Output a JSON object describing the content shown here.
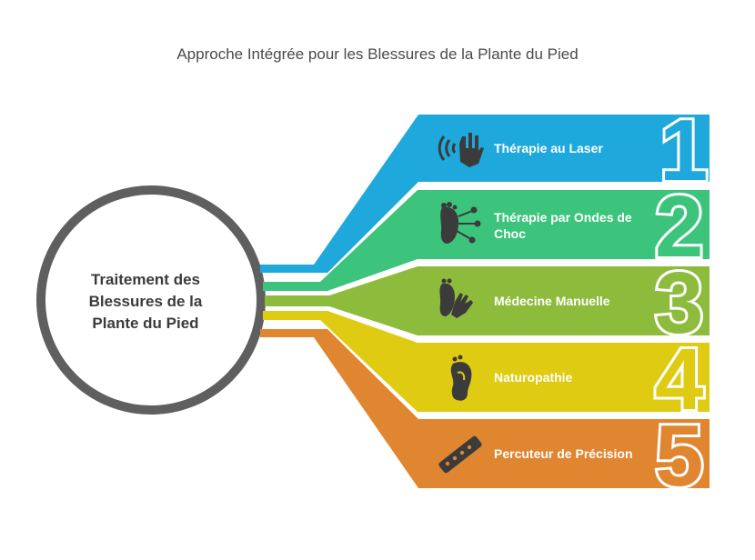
{
  "title": "Approche Intégrée pour les Blessures de la Plante du Pied",
  "hub": {
    "line1": "Traitement des",
    "line2": "Blessures de la",
    "line3": "Plante du Pied"
  },
  "items": [
    {
      "number": "1",
      "line1": "Thérapie au Laser",
      "line2": "",
      "color": "#1EA8DC",
      "icon": "laser-hand-icon"
    },
    {
      "number": "2",
      "line1": "Thérapie par Ondes de",
      "line2": "Choc",
      "color": "#3CC47C",
      "icon": "shockwave-foot-icon"
    },
    {
      "number": "3",
      "line1": "Médecine Manuelle",
      "line2": "",
      "color": "#8DBB3C",
      "icon": "hand-on-foot-icon"
    },
    {
      "number": "4",
      "line1": "Naturopathie",
      "line2": "",
      "color": "#DFCB12",
      "icon": "footprint-icon"
    },
    {
      "number": "5",
      "line1": "Percuteur de Précision",
      "line2": "",
      "color": "#E08530",
      "icon": "percussion-tool-icon"
    }
  ]
}
